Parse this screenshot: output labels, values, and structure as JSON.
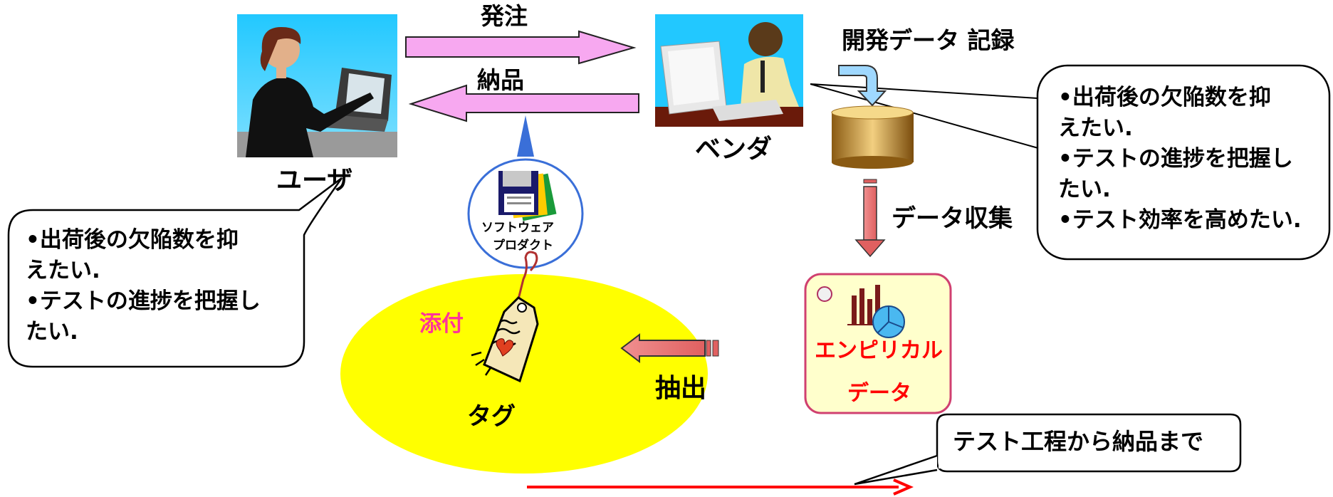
{
  "labels": {
    "order": "発注",
    "delivery": "納品",
    "user": "ユーザ",
    "vendor": "ベンダ",
    "record_dev_data": "開発データ  記録",
    "data_collection": "データ収集",
    "attach": "添付",
    "tag": "タグ",
    "extract": "抽出",
    "software_product_line1": "ソフトウェア",
    "software_product_line2": "プロダクト",
    "empirical_line1": "エンピリカル",
    "empirical_line2": "データ",
    "test_to_delivery": "テスト工程から納品まで"
  },
  "user_needs": [
    "•出荷後の欠陥数を抑",
    "えたい.",
    "•テストの進捗を把握し",
    "たい."
  ],
  "vendor_needs": [
    "•出荷後の欠陥数を抑",
    "えたい.",
    "•テストの進捗を把握し",
    "たい.",
    "•テスト効率を高めたい."
  ],
  "colors": {
    "flow_arrow_fill": "#f7a8f0",
    "tag_ellipse": "#ffff00",
    "timeline_arrow": "#ff0000",
    "db_gold": "#d7a84a",
    "empirical_card": "#ffffcc",
    "empirical_text": "#ff0000",
    "attach_text": "#ff3399"
  },
  "icons": [
    "user-woman-laptop-icon",
    "vendor-man-computer-icon",
    "database-icon",
    "diskette-stack-icon",
    "tag-icon",
    "chart-icon",
    "down-arrow-icon",
    "left-arrow-icon"
  ]
}
